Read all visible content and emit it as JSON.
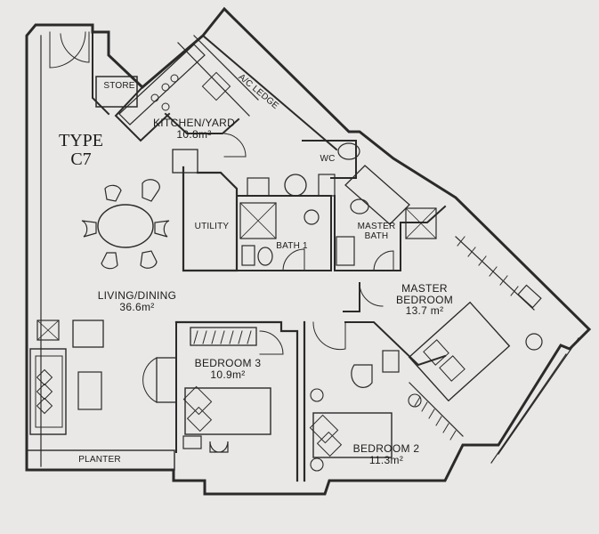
{
  "plan": {
    "type_title": "TYPE",
    "type_code": "C7"
  },
  "rooms": {
    "store": "STORE",
    "ac_ledge": "A/C LEDGE",
    "kitchen": {
      "name": "KITCHEN/YARD",
      "area": "10.8m²"
    },
    "wc": "WC",
    "utility": "UTILITY",
    "bath1": "BATH 1",
    "master_bath": {
      "line1": "MASTER",
      "line2": "BATH"
    },
    "living": {
      "name": "LIVING/DINING",
      "area": "36.6m²"
    },
    "master_bedroom": {
      "line1": "MASTER",
      "line2": "BEDROOM",
      "area": "13.7 m²"
    },
    "bedroom3": {
      "name": "BEDROOM 3",
      "area": "10.9m²"
    },
    "bedroom2": {
      "name": "BEDROOM 2",
      "area": "11.3m²"
    },
    "planter": "PLANTER"
  }
}
